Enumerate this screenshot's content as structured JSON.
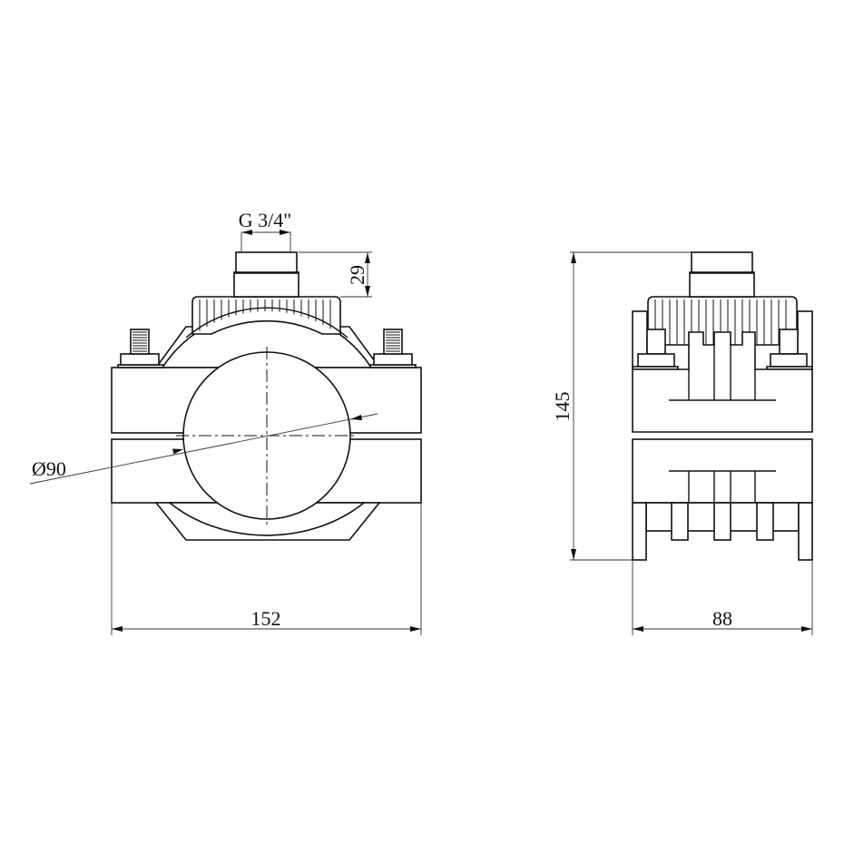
{
  "drawing": {
    "front_view": {
      "thread_label": "G 3/4\"",
      "spigot_height_label": "29",
      "pipe_diameter_label": "Ø90",
      "overall_width_label": "152"
    },
    "side_view": {
      "overall_height_label": "145",
      "overall_depth_label": "88"
    }
  }
}
